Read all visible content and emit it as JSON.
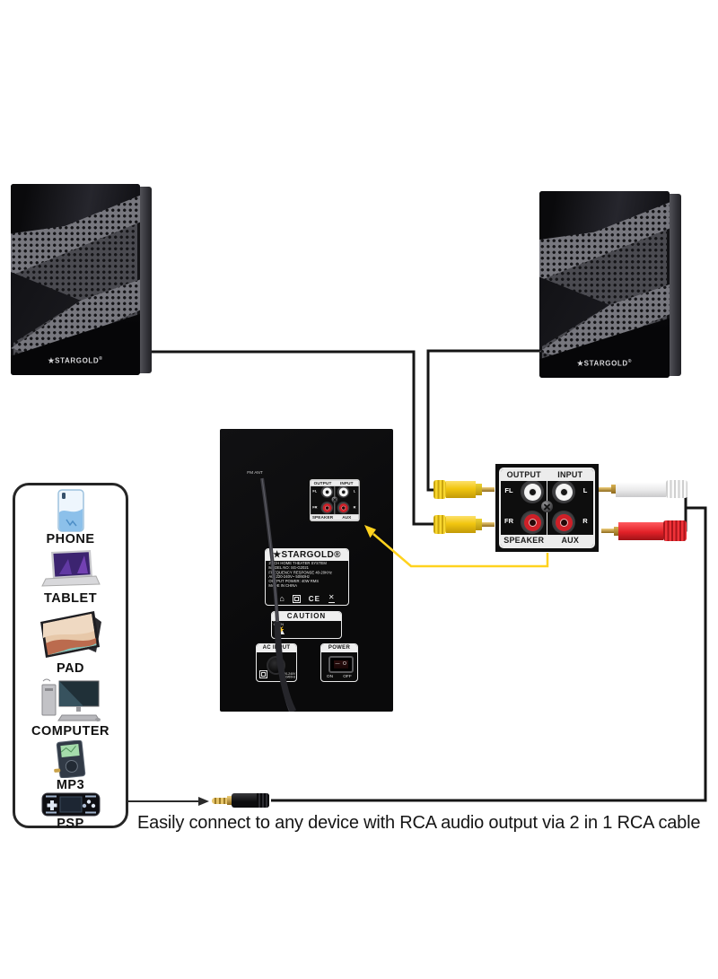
{
  "caption": "Easily connect to any device with RCA audio output via 2 in 1 RCA cable",
  "brand": {
    "name": "★STARGOLD",
    "reg": "®"
  },
  "back_panel": {
    "fm_ant": "FM ANT",
    "spec": {
      "title": "★STARGOLD®",
      "lines": [
        "2.1CH HOME THEATER SYSTEM",
        "MODEL NO: SG-G2021",
        "FREQUENCY RESPONSE 40-20KHz",
        "AC: 220-240V~ 50/60Hz",
        "OUTPUT POWER: 40W RMS",
        "MADE IN CHINA"
      ],
      "cert_ce": "CE",
      "cert_house": "⌂",
      "cert_weee": "✕"
    },
    "caution": {
      "title": "CAUTION",
      "line1": "RISK OF ELECTRIC",
      "line2": "SHOCK",
      "line3": "DO NOT OPEN",
      "bolt": "⚡",
      "excl": "!"
    },
    "ac_input": {
      "label": "AC INPUT",
      "voltage": "~220-240V",
      "freq": "50/60Hz"
    },
    "power": {
      "label": "POWER",
      "on": "ON",
      "off": "OFF",
      "dash": "—",
      "circle": "O"
    }
  },
  "rca_panel": {
    "output": "OUTPUT",
    "input": "INPUT",
    "fl": "FL",
    "l": "L",
    "fr": "FR",
    "r": "R",
    "speaker": "SPEAKER",
    "aux": "AUX"
  },
  "devices": {
    "items": [
      {
        "label": "PHONE"
      },
      {
        "label": "TABLET"
      },
      {
        "label": "PAD"
      },
      {
        "label": "COMPUTER"
      },
      {
        "label": "MP3"
      },
      {
        "label": "PSP"
      }
    ]
  },
  "colors": {
    "callout_yellow": "#ffd21e",
    "plug_yellow": "#f2c60f",
    "rca_red": "#ce1f27",
    "plug_red": "#e22128",
    "plug_white": "#f4f4f4",
    "cable_black": "#151515",
    "gold": "#c9992e"
  }
}
